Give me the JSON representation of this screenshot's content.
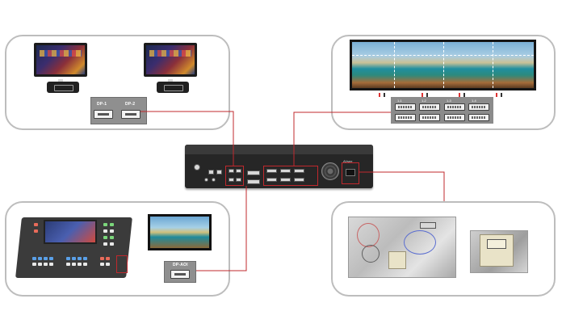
{
  "panels": {
    "top_left": {
      "ports": [
        "DP-1",
        "DP-2"
      ]
    },
    "top_right": {
      "ports": [
        "1-1",
        "1-2",
        "1-3",
        "1-4"
      ]
    },
    "bottom_left": {
      "ports": [
        "DP-AOI"
      ]
    },
    "bottom_right": {}
  },
  "device": {
    "brand": "AVsee"
  },
  "colors": {
    "connector": "#c0282d",
    "panel_border": "#bdbdbd"
  }
}
